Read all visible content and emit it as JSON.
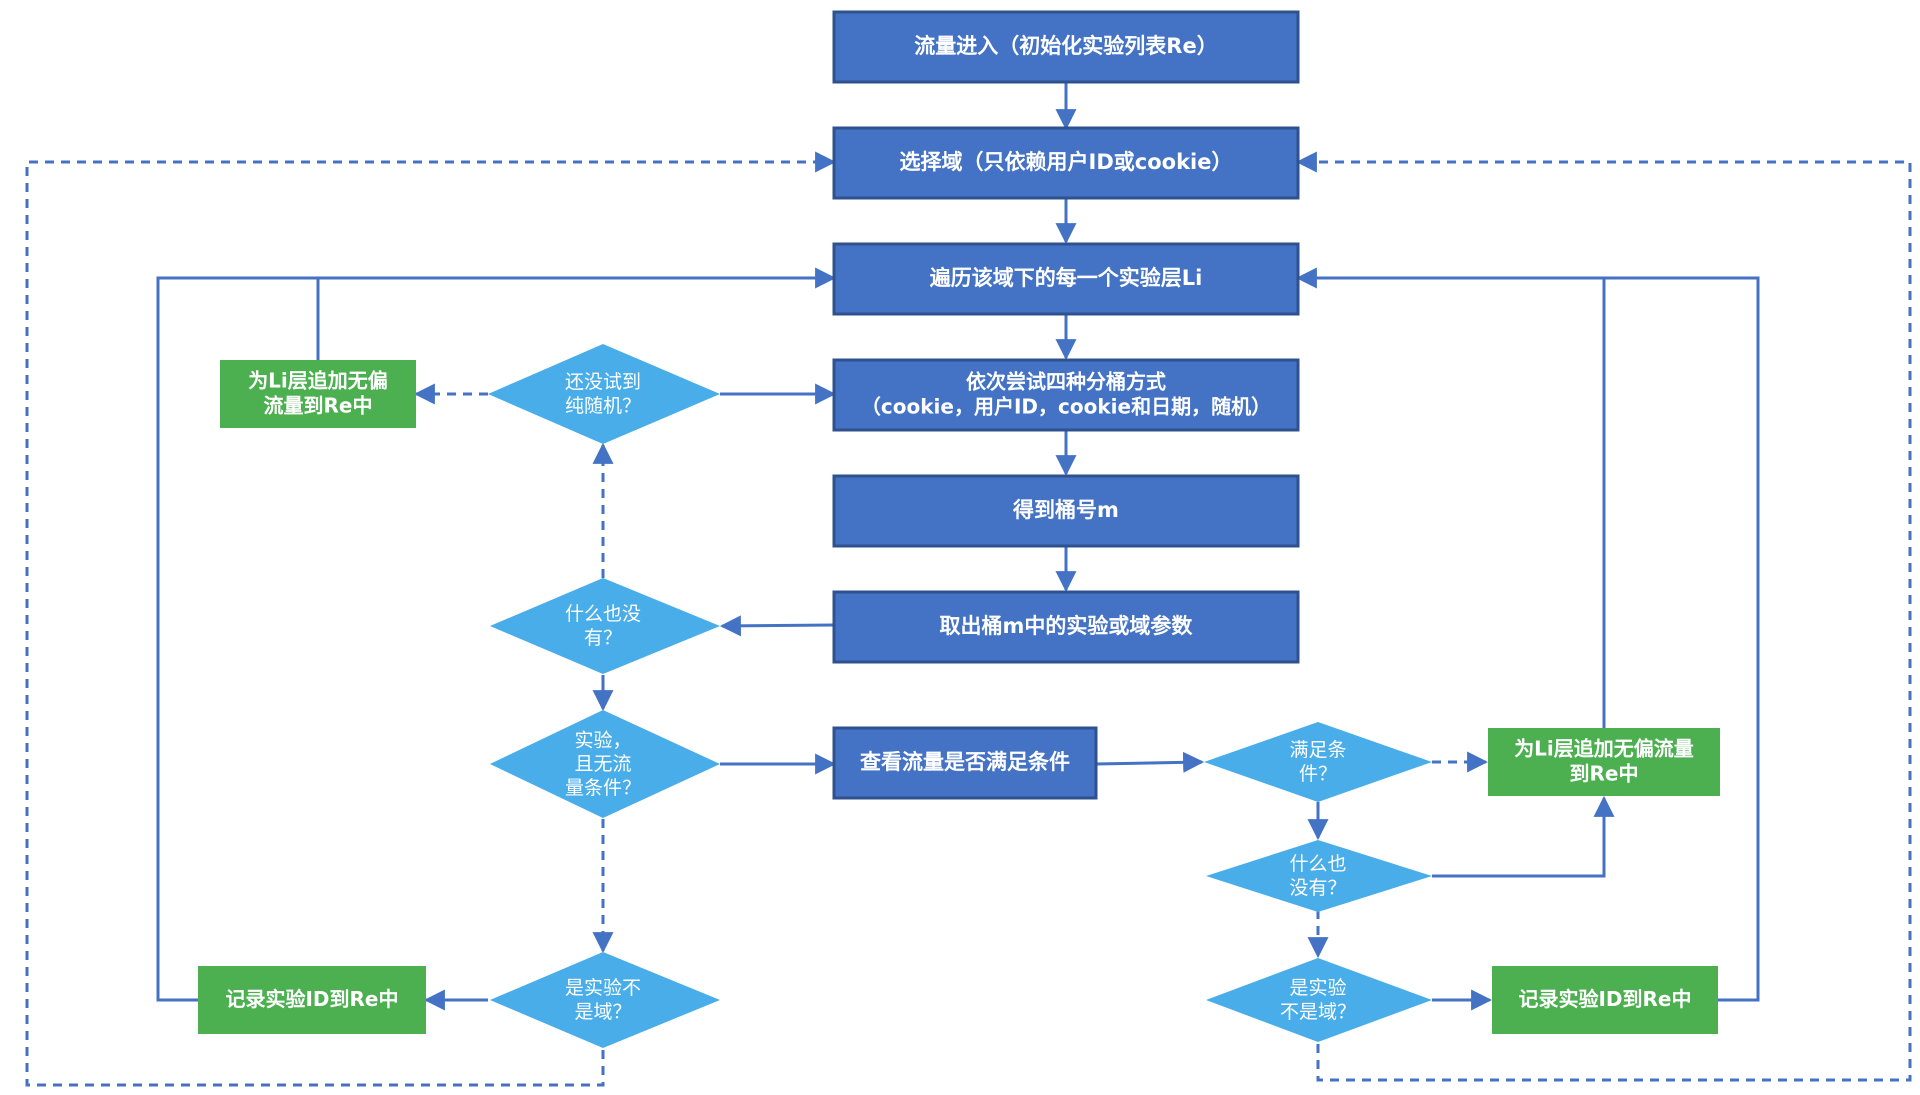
{
  "colors": {
    "process": "#4472C4",
    "process_border": "#2F528F",
    "decision": "#49ADE9",
    "result": "#4CAF50",
    "line": "#4472C4",
    "text": "#FFFFFF"
  },
  "nodes": {
    "start": {
      "lines": [
        "流量进入（初始化实验列表Re）"
      ]
    },
    "select_domain": {
      "lines": [
        "选择域（只依赖用户ID或cookie）"
      ]
    },
    "iterate_layers": {
      "lines": [
        "遍历该域下的每一个实验层Li"
      ]
    },
    "try_bucketing": {
      "lines": [
        "依次尝试四种分桶方式",
        "（cookie，用户ID，cookie和日期，随机）"
      ]
    },
    "get_bucket": {
      "lines": [
        "得到桶号m"
      ]
    },
    "take_params": {
      "lines": [
        "取出桶m中的实验或域参数"
      ]
    },
    "not_random_yet": {
      "lines": [
        "还没试到",
        "纯随机？"
      ]
    },
    "unbiased_left": {
      "lines": [
        "为Li层追加无偏",
        "流量到Re中"
      ]
    },
    "nothing_left": {
      "lines": [
        "什么也没",
        "有？"
      ]
    },
    "experiment_no_cond": {
      "lines": [
        "实验，",
        "且无流",
        "量条件？"
      ]
    },
    "check_condition": {
      "lines": [
        "查看流量是否满足条件"
      ]
    },
    "is_exp_left": {
      "lines": [
        "是实验不",
        "是域？"
      ]
    },
    "record_left": {
      "lines": [
        "记录实验ID到Re中"
      ]
    },
    "meets_cond": {
      "lines": [
        "满足条",
        "件？"
      ]
    },
    "unbiased_right": {
      "lines": [
        "为Li层追加无偏流量",
        "到Re中"
      ]
    },
    "nothing_right": {
      "lines": [
        "什么也",
        "没有？"
      ]
    },
    "is_exp_right": {
      "lines": [
        "是实验",
        "不是域？"
      ]
    },
    "record_right": {
      "lines": [
        "记录实验ID到Re中"
      ]
    }
  }
}
